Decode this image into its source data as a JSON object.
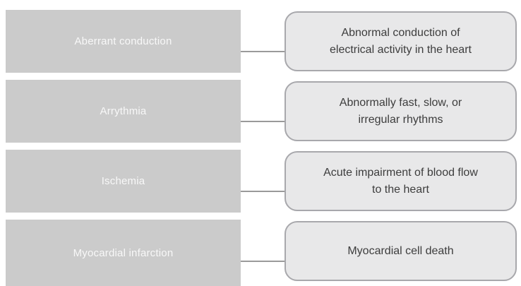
{
  "diagram": {
    "type": "term-definition-matching",
    "rows": [
      {
        "term": "Aberrant conduction",
        "definition": "Abnormal conduction of electrical activity in the heart"
      },
      {
        "term": "Arrythmia",
        "definition": "Abnormally fast, slow, or irregular rhythms"
      },
      {
        "term": "Ischemia",
        "definition": "Acute impairment of blood flow to the heart"
      },
      {
        "term": "Myocardial infarction",
        "definition": "Myocardial cell death"
      }
    ],
    "colors": {
      "background": "#ffffff",
      "term_box_fill": "#cbcbcb",
      "term_text": "#f8f8f8",
      "definition_box_fill": "#e8e8e9",
      "definition_box_border": "#a8a8ac",
      "definition_text": "#3d3d3d",
      "connector": "#9a9a9a"
    }
  }
}
